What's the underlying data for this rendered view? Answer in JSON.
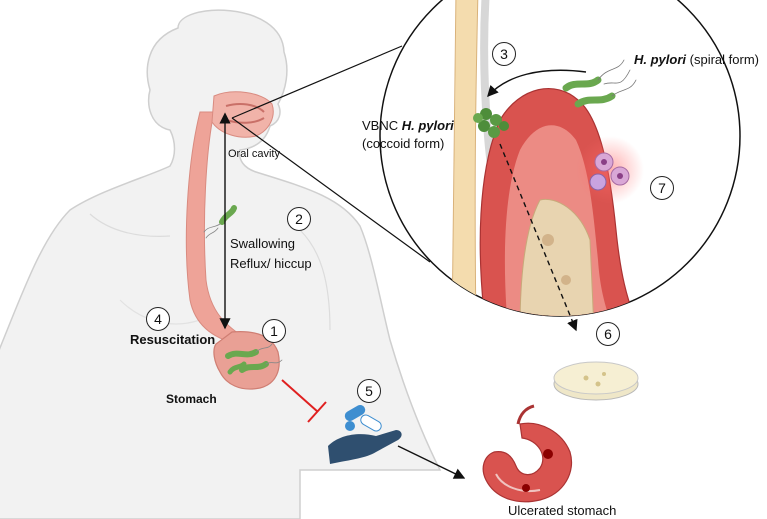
{
  "labels": {
    "oral_cavity": "Oral cavity",
    "swallowing": "Swallowing",
    "reflux": "Reflux/ hiccup",
    "resuscitation": "Resuscitation",
    "stomach": "Stomach",
    "vbnc_prefix": "VBNC",
    "vbnc_species": "H. pylori",
    "coccoid": "(coccoid form)",
    "spiral_species": "H. pylori",
    "spiral_form": "(spiral form)",
    "ulcerated": "Ulcerated  stomach"
  },
  "markers": [
    "1",
    "2",
    "3",
    "4",
    "5",
    "6",
    "7"
  ],
  "colors": {
    "body_fill": "#f2f2f2",
    "body_stroke": "#cfcfcf",
    "esophagus": "#eea398",
    "stomach": "#e9a095",
    "bacteria": "#6aa84f",
    "gum": "#d9534f",
    "tooth_surface": "#f4dcae",
    "inhibit": "#e02020",
    "pill_blue": "#3e8ed0",
    "hand": "#2f4f6f"
  },
  "icons": [
    "bacteria-icon",
    "petri-dish-icon",
    "immune-cells-icon",
    "pills-icon",
    "hand-icon",
    "ulcerated-stomach-icon"
  ]
}
